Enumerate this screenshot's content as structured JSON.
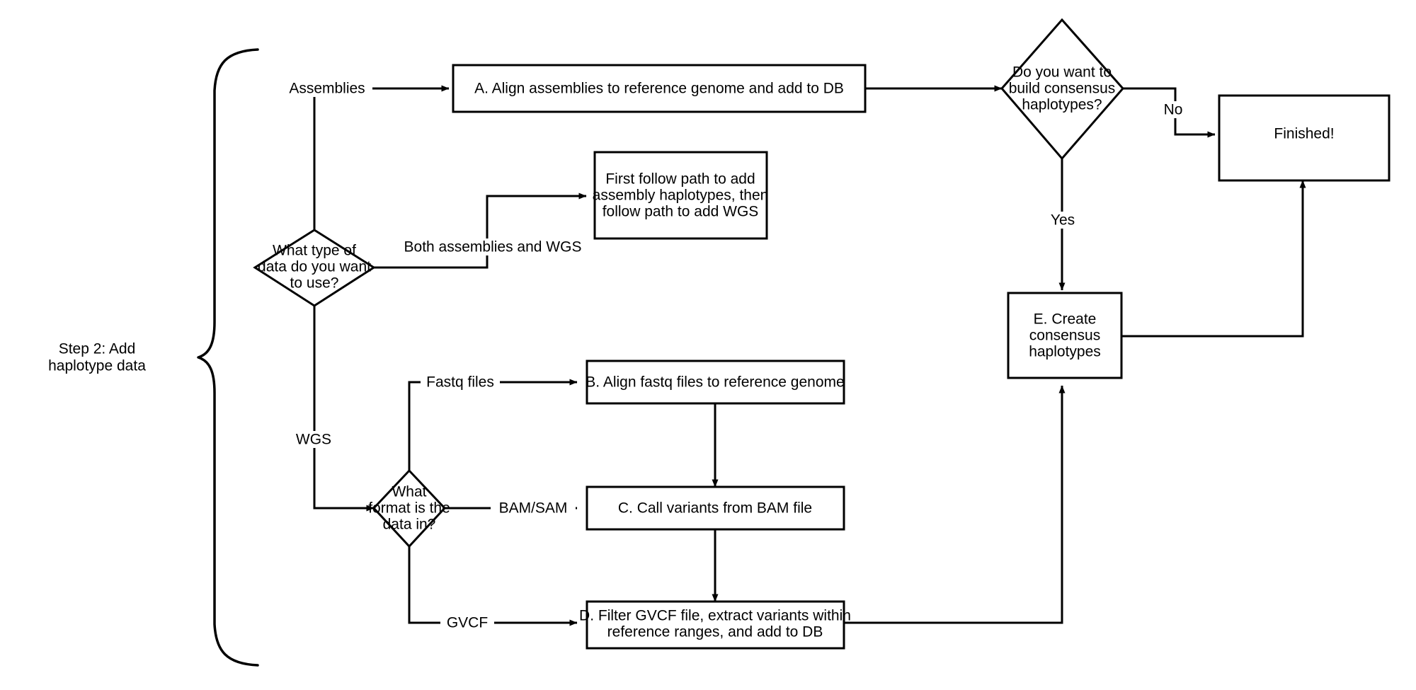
{
  "diagram": {
    "title": "Step 2: Add haplotype data flowchart",
    "background_color": "#ffffff",
    "line_color": "#000000",
    "text_color": "#000000",
    "group_label": {
      "line1": "Step 2: Add",
      "line2": "haplotype data"
    },
    "nodes": {
      "align_assemblies": {
        "shape": "rectangle",
        "line1": "A. Align assemblies to reference genome and add to DB"
      },
      "data_type_decision": {
        "shape": "diamond",
        "line1": "What type of",
        "line2": "data do you want",
        "line3": "to use?"
      },
      "both_note": {
        "shape": "rectangle",
        "line1": "First follow path to add",
        "line2": "assembly haplotypes, then",
        "line3": "follow path to add WGS"
      },
      "format_decision": {
        "shape": "diamond",
        "line1": "What",
        "line2": "format is the",
        "line3": "data in?"
      },
      "align_fastq": {
        "shape": "rectangle",
        "line1": "B. Align fastq files to reference genome"
      },
      "call_variants": {
        "shape": "rectangle",
        "line1": "C. Call variants from BAM file"
      },
      "filter_gvcf": {
        "shape": "rectangle",
        "line1": "D. Filter GVCF file, extract variants within",
        "line2": "reference ranges, and add to DB"
      },
      "consensus_decision": {
        "shape": "diamond",
        "line1": "Do you want to",
        "line2": "build consensus",
        "line3": "haplotypes?"
      },
      "create_consensus": {
        "shape": "rectangle",
        "line1": "E. Create",
        "line2": "consensus",
        "line3": "haplotypes"
      },
      "finished": {
        "shape": "rectangle",
        "line1": "Finished!"
      }
    },
    "edge_labels": {
      "assemblies": "Assemblies",
      "both_assemblies_and_wgs": "Both assemblies and WGS",
      "wgs": "WGS",
      "fastq_files": "Fastq files",
      "bam_sam": "BAM/SAM",
      "gvcf": "GVCF",
      "yes": "Yes",
      "no": "No"
    }
  }
}
